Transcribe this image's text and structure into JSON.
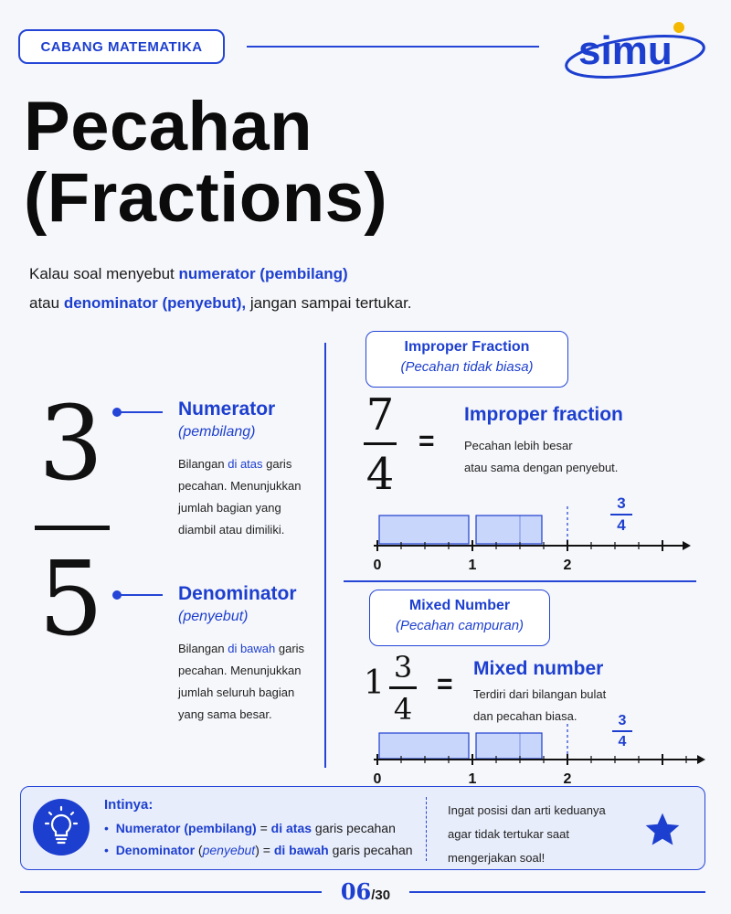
{
  "tag": "CABANG MATEMATIKA",
  "logo": "simu",
  "title_line1": "Pecahan",
  "title_line2": "(Fractions)",
  "intro": {
    "l1_a": "Kalau soal menyebut ",
    "l1_b": "numerator (pembilang)",
    "l2_a": "atau ",
    "l2_b": "denominator (penyebut),",
    "l2_c": " jangan sampai tertukar."
  },
  "fraction": {
    "numerator": "3",
    "denominator": "5"
  },
  "numerator_label": {
    "title": "Numerator",
    "subtitle": "(pembilang)",
    "d1_a": "Bilangan ",
    "d1_b": "di atas",
    "d1_c": " garis",
    "d2": "pecahan. Menunjukkan",
    "d3": "jumlah bagian yang",
    "d4": "diambil atau dimiliki."
  },
  "denominator_label": {
    "title": "Denominator",
    "subtitle": "(penyebut)",
    "d1_a": "Bilangan ",
    "d1_b": "di bawah",
    "d1_c": " garis",
    "d2": "pecahan. Menunjukkan",
    "d3": "jumlah seluruh bagian",
    "d4": "yang sama besar."
  },
  "improper": {
    "box_title": "Improper Fraction",
    "box_sub": "(Pecahan tidak biasa)",
    "num": "7",
    "den": "4",
    "eq": "=",
    "heading": "Improper fraction",
    "d1": "Pecahan lebih besar",
    "d2": "atau sama dengan penyebut.",
    "marker_num": "3",
    "marker_den": "4",
    "ticks": [
      "0",
      "1",
      "2"
    ],
    "shaded_fraction": 1.75
  },
  "mixed": {
    "box_title": "Mixed Number",
    "box_sub": "(Pecahan campuran)",
    "whole": "1",
    "num": "3",
    "den": "4",
    "eq": "=",
    "heading": "Mixed number",
    "d1": "Terdiri dari bilangan bulat",
    "d2": "dan pecahan biasa.",
    "marker_num": "3",
    "marker_den": "4",
    "ticks": [
      "0",
      "1",
      "2"
    ],
    "shaded_fraction": 1.75
  },
  "footer": {
    "heading": "Intinya:",
    "b1_a": "Numerator (pembilang)",
    "b1_b": " = ",
    "b1_c": "di atas",
    "b1_d": " garis pecahan",
    "b2_a": "Denominator",
    "b2_b": " (",
    "b2_c": "penyebut",
    "b2_d": ") = ",
    "b2_e": "di bawah",
    "b2_f": " garis pecahan",
    "r1": "Ingat posisi dan arti keduanya",
    "r2": "agar tidak tertukar saat",
    "r3": "mengerjakan soal!"
  },
  "page": {
    "current": "06",
    "total": "/30"
  },
  "colors": {
    "accent": "#1d3fcf",
    "shade": "#c9d6fb",
    "background": "#f6f7fb",
    "logo_dot": "#f5b800"
  },
  "icons": [
    "lightbulb-icon",
    "star-icon"
  ]
}
